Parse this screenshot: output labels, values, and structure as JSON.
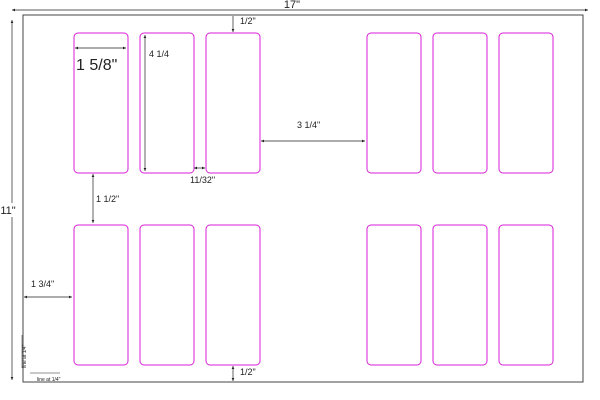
{
  "sheet": {
    "width_label": "17\"",
    "height_label": "11\"",
    "border_color": "#444444",
    "line_color": "#222222"
  },
  "labels": {
    "label_count": 12,
    "columns": 6,
    "rows": 2,
    "outline_color": "#d81fd8"
  },
  "dimensions": {
    "label_width": "1 5/8\"",
    "label_height": "4 1/4",
    "top_margin": "1/2\"",
    "bottom_margin": "1/2\"",
    "left_margin": "1 3/4\"",
    "row_gap": "1 1/2\"",
    "column_gap": "11/32\"",
    "center_gap": "3 1/4\""
  },
  "notes": {
    "corner_note_vertical": "line at 1/4\"",
    "corner_note_horizontal": "line at 1/4\""
  }
}
